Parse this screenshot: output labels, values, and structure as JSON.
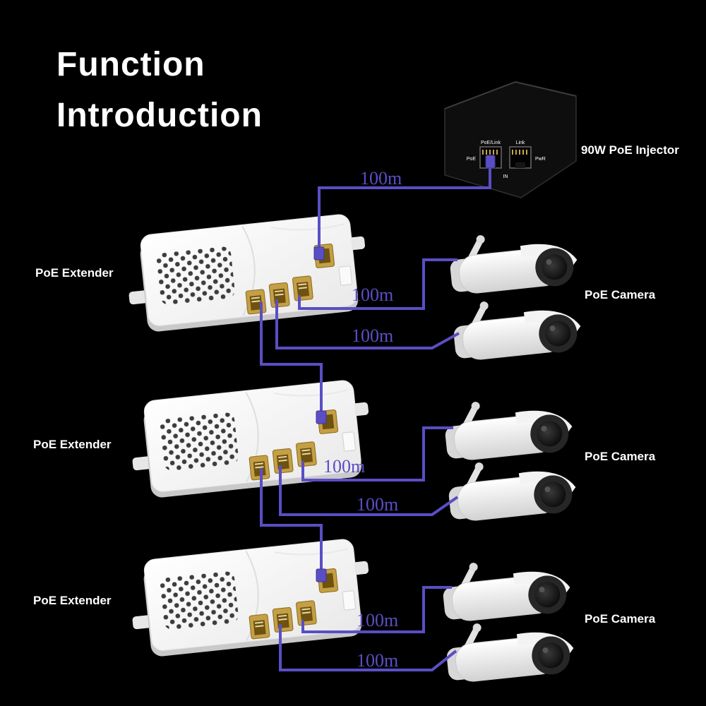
{
  "title": {
    "line1": "Function",
    "line2": "Introduction"
  },
  "injector": {
    "label": "90W PoE Injector",
    "panel": {
      "port1_label": "PoE/Link",
      "port2_label": "Link",
      "left_label": "PoE",
      "right_label": "PwR",
      "bottom_label": "IN"
    }
  },
  "extenders": [
    {
      "label": "PoE Extender"
    },
    {
      "label": "PoE Extender"
    },
    {
      "label": "PoE Extender"
    }
  ],
  "cameras": [
    {
      "label": "PoE Camera"
    },
    {
      "label": "PoE Camera"
    },
    {
      "label": "PoE Camera"
    }
  ],
  "distances": [
    "100m",
    "100m",
    "100m",
    "100m",
    "100m",
    "100m",
    "100m"
  ],
  "colors": {
    "background": "#000000",
    "wire": "#5a4ec4",
    "distance_text": "#5a4ec4",
    "device_text": "#ffffff",
    "port_gold": "#c59f45"
  }
}
